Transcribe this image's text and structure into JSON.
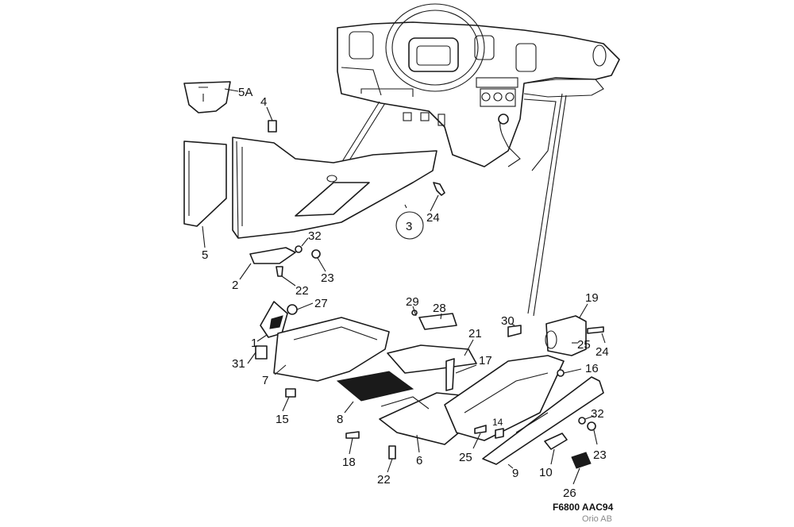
{
  "callouts": {
    "c5a": "5A",
    "c4": "4",
    "c5": "5",
    "c3": "3",
    "c24a": "24",
    "c32a": "32",
    "c2": "2",
    "c23a": "23",
    "c22a": "22",
    "c27": "27",
    "c1": "1",
    "c31": "31",
    "c7": "7",
    "c15": "15",
    "c8": "8",
    "c18": "18",
    "c22b": "22",
    "c6": "6",
    "c29": "29",
    "c28": "28",
    "c21": "21",
    "c17": "17",
    "c30": "30",
    "c19": "19",
    "c25a": "25",
    "c24b": "24",
    "c16": "16",
    "c14": "14",
    "c25b": "25",
    "c32b": "32",
    "c23b": "23",
    "c9": "9",
    "c10": "10",
    "c26": "26"
  },
  "caption": {
    "code": "F6800 AAC94",
    "brand": "Orio AB"
  },
  "colors": {
    "ink": "#1a1a1a",
    "paper": "#ffffff",
    "brand_gray": "#8a8a8a"
  }
}
